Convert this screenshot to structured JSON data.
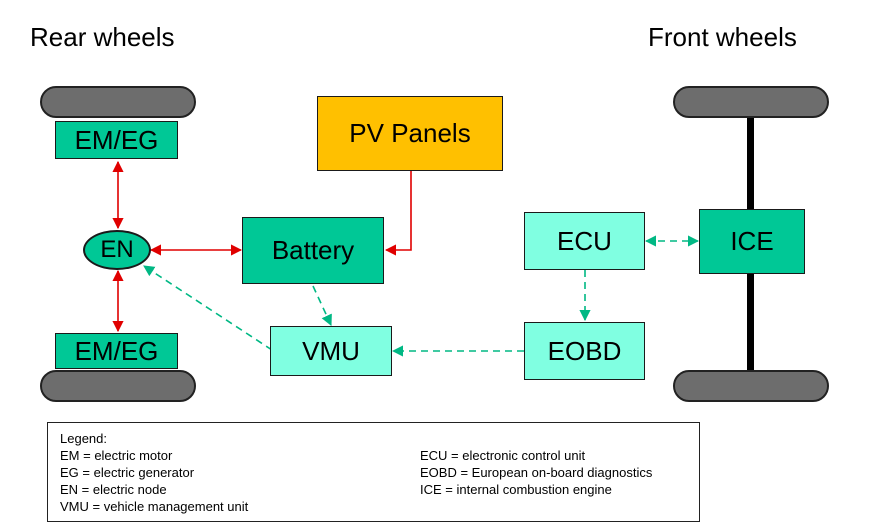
{
  "titles": {
    "rear": "Rear wheels",
    "front": "Front wheels"
  },
  "nodes": {
    "em_eg_top": "EM/EG",
    "em_eg_bottom": "EM/EG",
    "en": "EN",
    "battery": "Battery",
    "pv_panels": "PV Panels",
    "vmu": "VMU",
    "ecu": "ECU",
    "ice": "ICE",
    "eobd": "EOBD"
  },
  "colors": {
    "dark_green": "#00c896",
    "light_green": "#80ffe1",
    "pv_orange": "#ffc000",
    "wheel_gray": "#6d6d6d",
    "power_link": "#e00000",
    "data_link": "#00b884"
  },
  "legend": {
    "heading": "Legend:",
    "left": [
      "EM = electric motor",
      "EG = electric generator",
      "EN = electric node",
      "VMU = vehicle management unit"
    ],
    "right": [
      "ECU = electronic control unit",
      "EOBD = European on-board diagnostics",
      "ICE = internal combustion engine"
    ]
  }
}
